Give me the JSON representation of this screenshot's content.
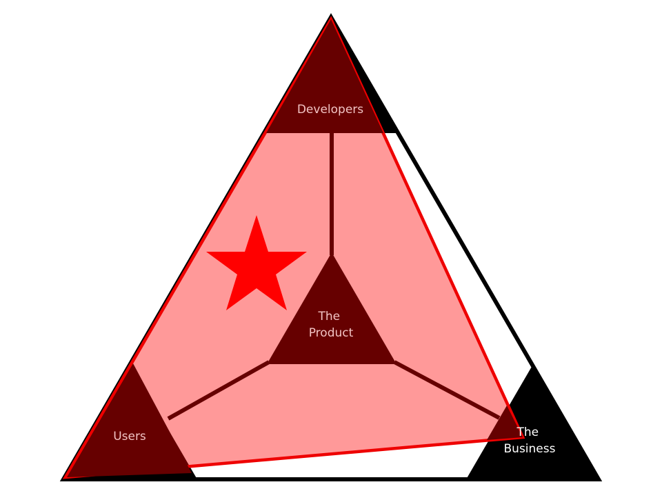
{
  "diagram": {
    "nodes": {
      "developers": {
        "label": "Developers"
      },
      "users": {
        "label": "Users"
      },
      "business": {
        "label_lines": [
          "The",
          "Business"
        ]
      },
      "product": {
        "label_lines": [
          "The",
          "Product"
        ]
      }
    },
    "colors": {
      "outer_triangle_fill": "#ffffff",
      "outer_triangle_stroke": "#000000",
      "corner_black": "#000000",
      "corner_dark_red": "#660000",
      "overlay_fill": "#ff0000",
      "overlay_stroke": "#ee0000",
      "star": "#ff0000",
      "label_light": "#f2c4c4",
      "label_white": "#ffffff"
    }
  }
}
